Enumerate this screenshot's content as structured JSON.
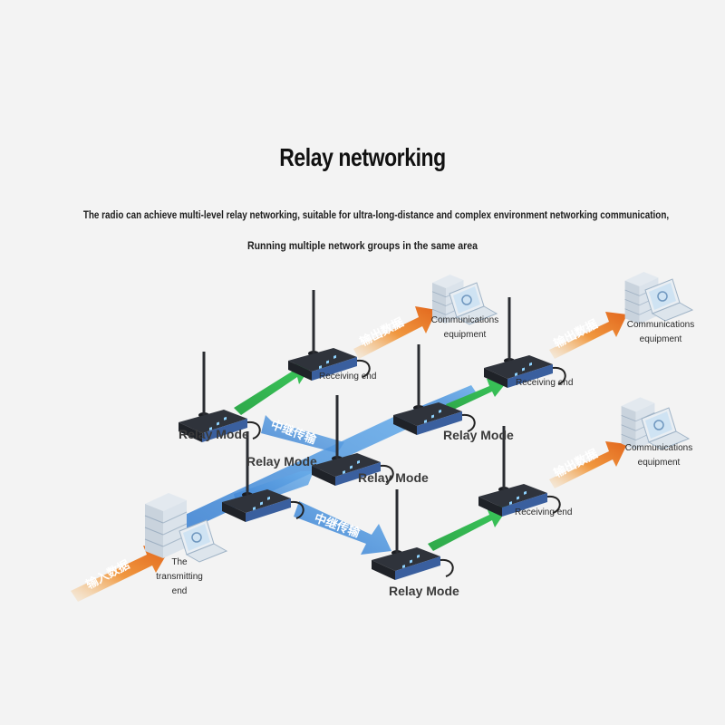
{
  "title": "Relay networking",
  "subtitle": "The radio can achieve multi-level relay networking, suitable for ultra-long-distance and complex environment networking communication,",
  "subtitle2": "Running multiple network groups in the same area",
  "labels": {
    "relay_mode_1": "Relay Mode",
    "relay_mode_2": "Relay Mode",
    "relay_mode_3": "Relay Mode",
    "relay_mode_4": "Relay Mode",
    "relay_mode_5": "Relay Mode",
    "receiving_end_1": "Receiving end",
    "receiving_end_2": "Receiving end",
    "receiving_end_3": "Receiving end",
    "comm_equipment_1_line1": "Communications",
    "comm_equipment_1_line2": "equipment",
    "comm_equipment_2_line1": "Communications",
    "comm_equipment_2_line2": "equipment",
    "comm_equipment_3_line1": "Communications",
    "comm_equipment_3_line2": "equipment",
    "transmitting_line1": "The",
    "transmitting_line2": "transmitting",
    "transmitting_line3": "end"
  },
  "arrow_text": {
    "input_data": "输入数据",
    "output_data_1": "输出数据",
    "output_data_2": "输出数据",
    "output_data_3": "输出数据",
    "relay_transfer_1": "中继传输",
    "relay_transfer_2": "中继传输"
  },
  "colors": {
    "blue_arrow": "#4a90d9",
    "green_arrow": "#2fb24a",
    "orange_arrow": "#e8782a",
    "device_body": "#2b2f36",
    "device_panel": "#3d6fb8"
  }
}
